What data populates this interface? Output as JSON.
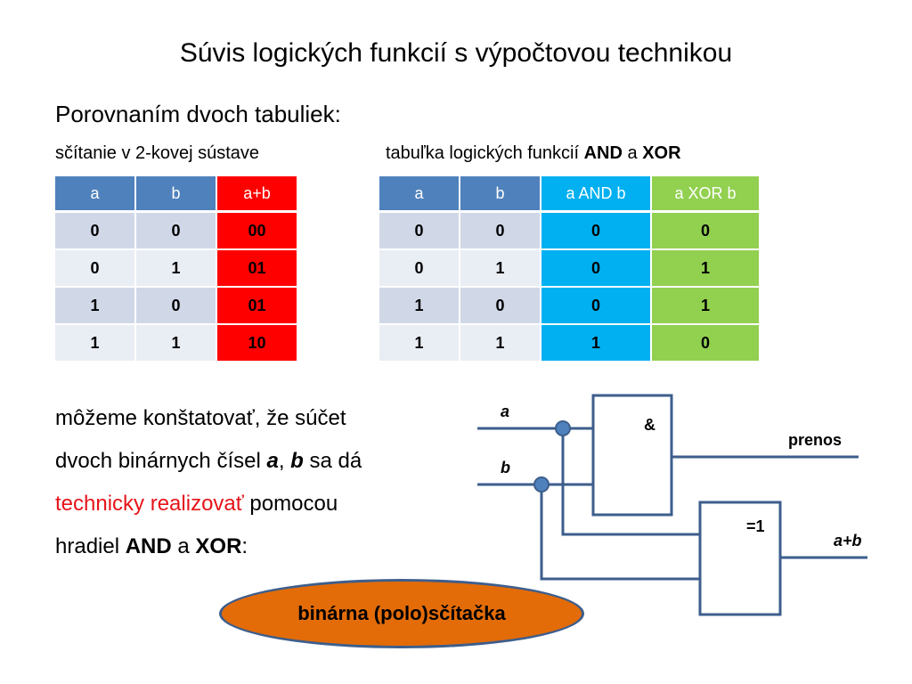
{
  "title": "Súvis logických funkcií s výpočtovou technikou",
  "subtitle": "Porovnaním dvoch tabuliek:",
  "caption_left": "sčítanie v 2-kovej sústave",
  "caption_right": {
    "text1": "tabuľka logických funkcií ",
    "and": "AND",
    "text2": " a ",
    "xor": "XOR"
  },
  "table_sum": {
    "headers": [
      "a",
      "b",
      "a+b"
    ],
    "rows": [
      [
        "0",
        "0",
        "00"
      ],
      [
        "0",
        "1",
        "01"
      ],
      [
        "1",
        "0",
        "01"
      ],
      [
        "1",
        "1",
        "10"
      ]
    ]
  },
  "table_logic": {
    "headers": [
      "a",
      "b",
      "a AND b",
      "a XOR b"
    ],
    "rows": [
      [
        "0",
        "0",
        "0",
        "0"
      ],
      [
        "0",
        "1",
        "0",
        "1"
      ],
      [
        "1",
        "0",
        "0",
        "1"
      ],
      [
        "1",
        "1",
        "1",
        "0"
      ]
    ]
  },
  "paragraph": {
    "p1": "môžeme konštatovať, že súčet",
    "p2a": "dvoch binárnych čísel  ",
    "a": "a",
    "comma": ", ",
    "b": "b",
    "p2b": " sa dá",
    "red": "technicky realizovať",
    "p3b": " pomocou",
    "p4a": "hradiel ",
    "and": "AND",
    "p4b": " a ",
    "xor": "XOR",
    "p4c": ":"
  },
  "diagram": {
    "input_a": "a",
    "input_b": "b",
    "and_gate": "&",
    "xor_gate": "=1",
    "out_carry": "prenos",
    "out_sum": "a+b"
  },
  "ellipse_label": "binárna (polo)sčítačka",
  "colors": {
    "header_blue": "#4f81bd",
    "red": "#ff0000",
    "cyan": "#00b0f0",
    "green": "#92d050",
    "wire": "#3d5e8c",
    "ellipse": "#e36c09"
  }
}
